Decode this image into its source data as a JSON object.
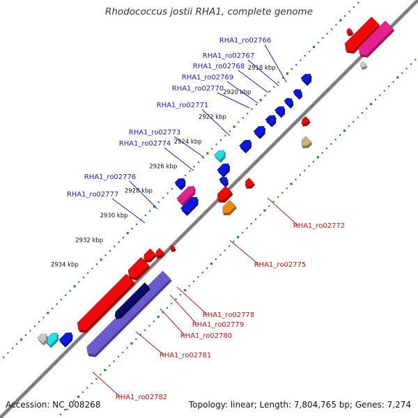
{
  "title": "Rhodococcus jostii RHA1, complete genome",
  "footer": {
    "accession": "Accession: NC_008268",
    "topology": "Topology: linear; Length: 7,804,765 bp; Genes: 7,274"
  },
  "colors": {
    "backbone": "#777777",
    "dot": "#2a8a2a",
    "forward_label": "#1a1ad0",
    "reverse_label": "#cc1111",
    "blue": "#0a18e0",
    "red": "#ee0a0a",
    "magenta": "#e8208e",
    "cyan": "#22e0e8",
    "orange": "#f58a12",
    "khaki": "#c8b27a",
    "gray": "#c8c8c8",
    "navy": "#0a0a6e",
    "slate": "#6a5acd"
  },
  "kbp_ticks": [
    "2918 kbp",
    "2920 kbp",
    "2922 kbp",
    "2924 kbp",
    "2926 kbp",
    "2928 kbp",
    "2930 kbp",
    "2932 kbp",
    "2934 kbp"
  ],
  "forward_genes": [
    "RHA1_ro02766",
    "RHA1_ro02767",
    "RHA1_ro02768",
    "RHA1_ro02769",
    "RHA1_ro02770",
    "RHA1_ro02771",
    "RHA1_ro02773",
    "RHA1_ro02774",
    "RHA1_ro02776",
    "RHA1_ro02777"
  ],
  "reverse_genes": [
    "RHA1_ro02772",
    "RHA1_ro02775",
    "RHA1_ro02778",
    "RHA1_ro02779",
    "RHA1_ro02780",
    "RHA1_ro02781",
    "RHA1_ro02782"
  ]
}
